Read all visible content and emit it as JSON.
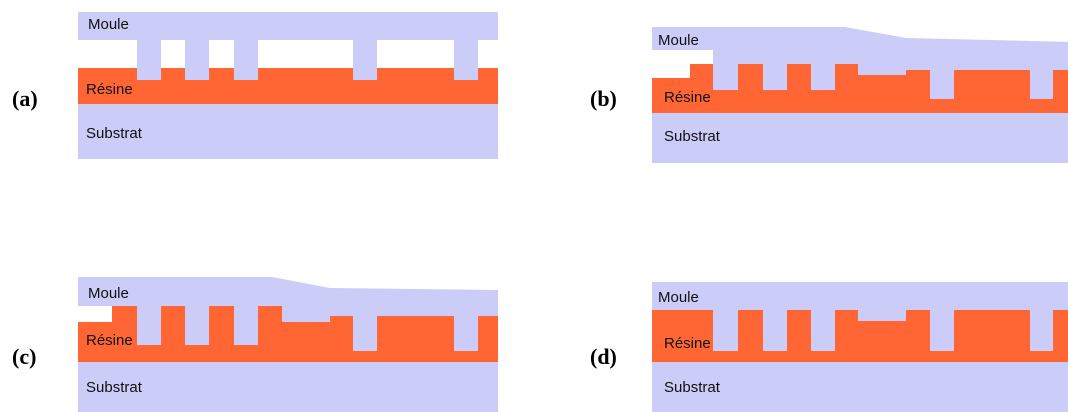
{
  "colors": {
    "mould": "#ccccf8",
    "resin": "#ff6633",
    "substrate": "#ccccf8",
    "label": "#111111"
  },
  "panels": [
    {
      "id": "a",
      "letter": "(a)",
      "mould_label": "Moule",
      "resin_label": "Résine",
      "substrate_label": "Substrat"
    },
    {
      "id": "b",
      "letter": "(b)",
      "mould_label": "Moule",
      "resin_label": "Résine",
      "substrate_label": "Substrat"
    },
    {
      "id": "c",
      "letter": "(c)",
      "mould_label": "Moule",
      "resin_label": "Résine",
      "substrate_label": "Substrat"
    },
    {
      "id": "d",
      "letter": "(d)",
      "mould_label": "Moule",
      "resin_label": "Résine",
      "substrate_label": "Substrat"
    }
  ]
}
